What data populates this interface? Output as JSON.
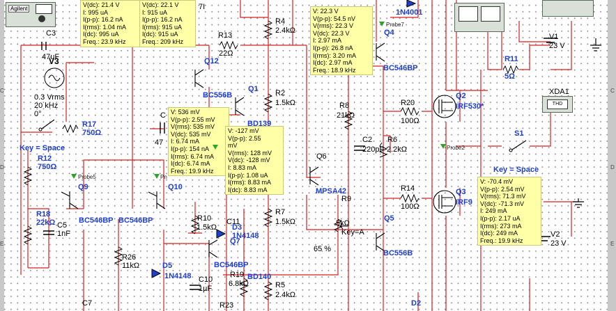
{
  "instruments": {
    "agilent": "Agilent",
    "xda": "XDA1",
    "thd": "THD"
  },
  "components": {
    "c3": "C3",
    "c3v": "47uF",
    "v3": "V3",
    "v3a": "0.3 Vrms",
    "v3b": "20 kHz",
    "v3c": "0°",
    "r17": "R17",
    "r17v": "750Ω",
    "key1": "Key = Space",
    "r12": "R12",
    "r12v": "750Ω",
    "q9": "Q9",
    "q9m": "BC546BP",
    "q10": "Q10",
    "q10m": "BC546BP",
    "r18": "R18",
    "r18v": "22kΩ",
    "c5": "C5",
    "c5v": "1nF",
    "r26": "R26",
    "r26v": "11kΩ",
    "d5": "D5",
    "d5m": "1N4148",
    "c7": "C7",
    "r13": "R13",
    "r13v": "22Ω",
    "q12": "Q12",
    "q12m": "BC556B",
    "c1x": "C",
    "c1v": "47",
    "r4": "R4",
    "r4v": "2.4kΩ",
    "q1": "Q1",
    "q1m": "BD139",
    "r2": "R2",
    "r2v": "1.5kΩ",
    "r10": "R10",
    "r10v": "1.5kΩ",
    "c11": "C11",
    "d3": "D3",
    "d3m": "1N4148",
    "q7": "Q7",
    "q7m": "BC546BP",
    "c10": "C10",
    "c10v": "1µF",
    "r19": "R19",
    "r19v": "6.8kΩ",
    "bd140": "BD140",
    "r23": "R23",
    "r7": "R7",
    "r7v": "1.5kΩ",
    "r5": "R5",
    "r5v": "2.4kΩ",
    "d4": "1N4001",
    "q4": "Q4",
    "q4m": "BC546BP",
    "r8": "R8",
    "r8v": "21kΩ",
    "c2": "C2",
    "c2v": "220pF",
    "r6": "R6",
    "r6v": "2.2kΩ",
    "q6": "Q6",
    "q6m": "MPSA42",
    "r9": "R9",
    "pot": "5kΩ",
    "potkey": "Key=A",
    "potpct": "65 %",
    "q5": "Q5",
    "q5m": "BC556B",
    "r20": "R20",
    "r20v": "100Ω",
    "q2": "Q2",
    "q2m": "IRF530*",
    "r14": "R14",
    "r14v": "100Ω",
    "q3": "Q3",
    "q3m": "IRF9",
    "d2": "D2",
    "v1": "V1",
    "v1v": "23 V",
    "r11": "R11",
    "r11v": "5Ω",
    "s1": "S1",
    "key2": "Key = Space",
    "v2": "V2",
    "v2v": "23 V",
    "probe2": "Probe2",
    "probe5": "Probe5",
    "probe7": "Probe7",
    "pn": "Pn",
    "partial": "7I"
  },
  "probes": [
    {
      "lines": [
        "V(dc): 21.4 V",
        "I: 995 uA",
        "I(p-p): 16.2 nA",
        "I(rms): 1.04 mA",
        "I(dc): 995 uA",
        "Freq.: 23.9 kHz"
      ]
    },
    {
      "lines": [
        "V(dc): 22.1 V",
        "I: 915 uA",
        "I(p-p): 16.2 nA",
        "I(rms): 915 uA",
        "I(dc): 915 uA",
        "Freq.: 209 kHz"
      ]
    },
    {
      "lines": [
        "V: 22.3 V",
        "V(p-p): 54.5 nV",
        "V(rms): 22.3 V",
        "V(dc): 22.3 V",
        "I: 2.97 mA",
        "I(p-p): 26.8 nA",
        "I(rms): 3.20 mA",
        "I(dc): 2.97 mA",
        "Freq.: 18.9 kHz"
      ]
    },
    {
      "lines": [
        "V: 536 mV",
        "V(p-p): 2.55 mV",
        "V(rms): 535 mV",
        "V(dc): 535 mV",
        "I: 6.74 mA",
        "I(p-p): 154 nA",
        "I(rms): 6.74 mA",
        "I(dc): 6.74 mA",
        "Freq.: 19.9 kHz"
      ]
    },
    {
      "lines": [
        "V: -127 mV",
        "V(p-p): 2.55",
        "mV",
        "V(rms): 128 mV",
        "V(dc): -128 mV",
        "I: 8.83 mA",
        "I(p-p): 1.08 uA",
        "I(rms): 8.83 mA",
        "I(dc): 8.83 mA"
      ]
    },
    {
      "lines": [
        "V: -70.4 mV",
        "V(p-p): 2.54 mV",
        "V(rms): 71.3 mV",
        "V(dc): -71.3 mV",
        "I: 249 mA",
        "I(p-p): 2.17 uA",
        "I(rms): 273 mA",
        "I(dc): 249 mA",
        "Freq.: 19.9 kHz"
      ]
    }
  ],
  "edge_letters": {
    "left": [
      "C",
      "D",
      "E"
    ],
    "right": [
      "C",
      "D",
      "E"
    ]
  }
}
